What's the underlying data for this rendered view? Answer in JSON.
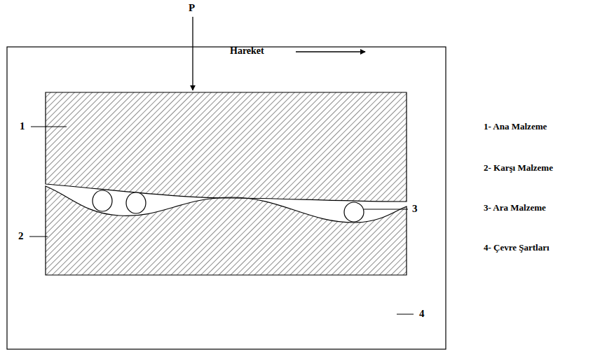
{
  "diagram": {
    "labels": [
      "P",
      "Hareket",
      "1",
      "2",
      "3",
      "4",
      "1- Ana Malzeme",
      "2- Karşı Malzeme",
      "3- Ara Malzeme",
      "4- Çevre Şartları"
    ]
  }
}
